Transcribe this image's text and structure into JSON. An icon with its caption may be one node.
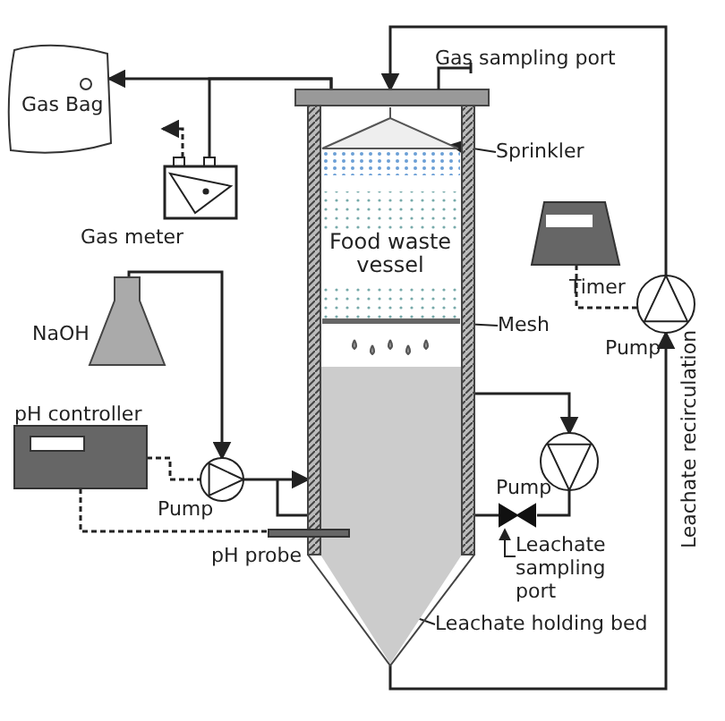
{
  "diagram": {
    "nodes": [
      {
        "text": [
          "Gas Bag"
        ]
      },
      {
        "text": [
          "Gas meter"
        ]
      },
      {
        "text": [
          "NaOH"
        ]
      },
      {
        "text": [
          "pH controller"
        ]
      },
      {
        "text": [
          "Pump"
        ]
      },
      {
        "text": [
          "Food waste vessel"
        ]
      },
      {
        "text": [
          "Timer"
        ]
      },
      {
        "text": [
          "Pump"
        ]
      },
      {
        "text": [
          "Pump"
        ]
      },
      {
        "text": [],
        "shape": "valve"
      },
      {
        "text": [
          "Leachate sampling port"
        ]
      },
      {
        "text": [
          "Sprinkler"
        ]
      },
      {
        "text": [
          "Mesh"
        ]
      },
      {
        "text": [
          "pH probe"
        ]
      },
      {
        "text": [
          "Leachate holding bed"
        ]
      }
    ],
    "edges": [
      {
        "from": 5,
        "to": 0,
        "arrow": "to"
      },
      {
        "from": 5,
        "to": 1,
        "arrow": "none"
      },
      {
        "from": 1,
        "to": null,
        "arrow": "to",
        "style": "dashed"
      },
      {
        "from": 2,
        "to": 4,
        "arrow": "to"
      },
      {
        "from": 4,
        "to": 5,
        "arrow": "to"
      },
      {
        "from": 3,
        "to": 4,
        "arrow": "none",
        "style": "dashed"
      },
      {
        "from": 3,
        "to": 13,
        "arrow": "none",
        "style": "dashed"
      },
      {
        "from": 5,
        "to": 7,
        "arrow": "to"
      },
      {
        "from": 7,
        "to": 5,
        "arrow": "to"
      },
      {
        "from": 6,
        "to": 7,
        "arrow": "none",
        "style": "dashed"
      },
      {
        "from": 5,
        "to": 8,
        "arrow": "to"
      },
      {
        "from": 8,
        "to": 9,
        "arrow": "none"
      },
      {
        "from": 9,
        "to": 5,
        "arrow": "none"
      },
      {
        "from": 10,
        "to": 9,
        "arrow": "to"
      },
      {
        "from": 11,
        "to": 5,
        "arrow": "to"
      },
      {
        "from": 12,
        "to": 5,
        "arrow": "to"
      },
      {
        "from": 14,
        "to": 5,
        "arrow": "to"
      }
    ],
    "labels": [
      "Gas sampling port",
      "Leachate recirculation"
    ]
  }
}
